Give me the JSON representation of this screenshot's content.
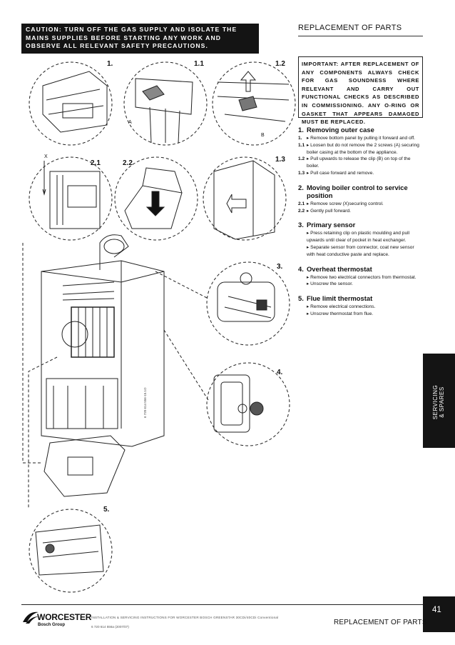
{
  "caution": "CAUTION: TURN OFF THE GAS SUPPLY AND ISOLATE THE MAINS SUPPLIES BEFORE STARTING ANY WORK AND OBSERVE ALL RELEVANT SAFETY PRECAUTIONS.",
  "caution_lead": "CAUTION:",
  "caution_rest": " TURN OFF THE GAS SUPPLY AND ISOLATE THE MAINS SUPPLIES BEFORE STARTING ANY WORK AND OBSERVE ALL RELEVANT SAFETY PRECAUTIONS.",
  "header_title": "REPLACEMENT OF PARTS",
  "important": "IMPORTANT: AFTER REPLACEMENT OF ANY COMPONENTS ALWAYS CHECK FOR GAS SOUNDNESS WHERE RELEVANT AND CARRY OUT FUNCTIONAL CHECKS AS DESCRIBED IN COMMISSIONING. ANY O-RING OR GASKET THAT APPEARS DAMAGED MUST BE REPLACED.",
  "sections": [
    {
      "num": "1.",
      "title": "Removing outer case",
      "steps": [
        {
          "n": "1.",
          "t": "▸ Remove bottom panel by pulling it forward and off."
        },
        {
          "n": "1.1",
          "t": "▸ Loosen but do not remove the 2 screws (A) securing boiler casing at the bottom of the appliance."
        },
        {
          "n": "1.2",
          "t": "▸ Pull upwards to release the clip (B) on top of the boiler."
        },
        {
          "n": "1.3",
          "t": "▸ Pull case forward and remove."
        }
      ]
    },
    {
      "num": "2.",
      "title": "Moving boiler control to service position",
      "steps": [
        {
          "n": "2.1",
          "t": "▸ Remove screw (X)securing control."
        },
        {
          "n": "2.2",
          "t": "▸ Gently pull forward."
        }
      ]
    },
    {
      "num": "3.",
      "title": "Primary sensor",
      "steps": [
        {
          "n": "",
          "t": "▸ Press retaining clip on plastic moulding and pull upwards until clear of pocket in heat exchanger."
        },
        {
          "n": "",
          "t": "▸ Separate sensor from connector, coat new sensor with heat conductive paste and replace."
        }
      ]
    },
    {
      "num": "4.",
      "title": "Overheat thermostat",
      "steps": [
        {
          "n": "",
          "t": "▸ Remove two electrical connectors from thermostat."
        },
        {
          "n": "",
          "t": "▸ Unscrew the sensor."
        }
      ]
    },
    {
      "num": "5.",
      "title": "Flue limit thermostat",
      "steps": [
        {
          "n": "",
          "t": "▸ Remove electrical connections."
        },
        {
          "n": "",
          "t": "▸ Unscrew thermostat from flue."
        }
      ]
    }
  ],
  "side_tab": [
    "SERVICING",
    "& SPARES"
  ],
  "page_number": "41",
  "logo_name": "WORCESTER",
  "logo_sub": "Bosch Group",
  "footer_text": "INSTALLATION & SERVICING INSTRUCTIONS FOR WORCESTER BOSCH GREENSTAR 30CDi/40CDi Conventional",
  "footer_code": "6 720 614 556a (2007/07)",
  "footer_title": "REPLACEMENT OF PARTS",
  "diagram_labels": {
    "l1": "1.",
    "l11": "1.1",
    "l12": "1.2",
    "l13": "1.3",
    "l21": "2.1",
    "l22": "2.2",
    "l3": "3.",
    "l4": "4.",
    "l5": "5.",
    "la": "A",
    "lb": "B",
    "lx": "X"
  },
  "drawing_code": "6 720 614 556-15.1O"
}
